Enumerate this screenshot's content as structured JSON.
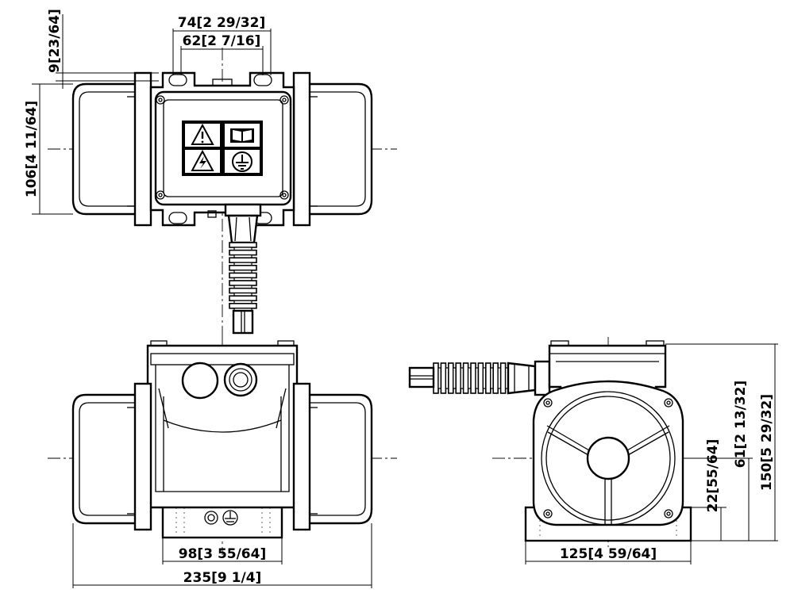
{
  "dimensions": {
    "top_width_outer": "74[2 29/32]",
    "top_width_inner": "62[2 7/16]",
    "flange_thickness": "9[23/64]",
    "top_height": "106[4 11/64]",
    "base_width": "98[3 55/64]",
    "overall_length": "235[9 1/4]",
    "side_base_width": "125[4 59/64]",
    "side_foot_height": "22[55/64]",
    "side_center_height": "61[2 13/32]",
    "side_overall_height": "150[5 29/32]"
  },
  "icons": {
    "warning": "warning-triangle-icon",
    "manual": "open-book-icon",
    "electric": "electric-hazard-icon",
    "ground": "ground-symbol-icon"
  },
  "colors": {
    "line": "#000000",
    "background": "#ffffff"
  }
}
